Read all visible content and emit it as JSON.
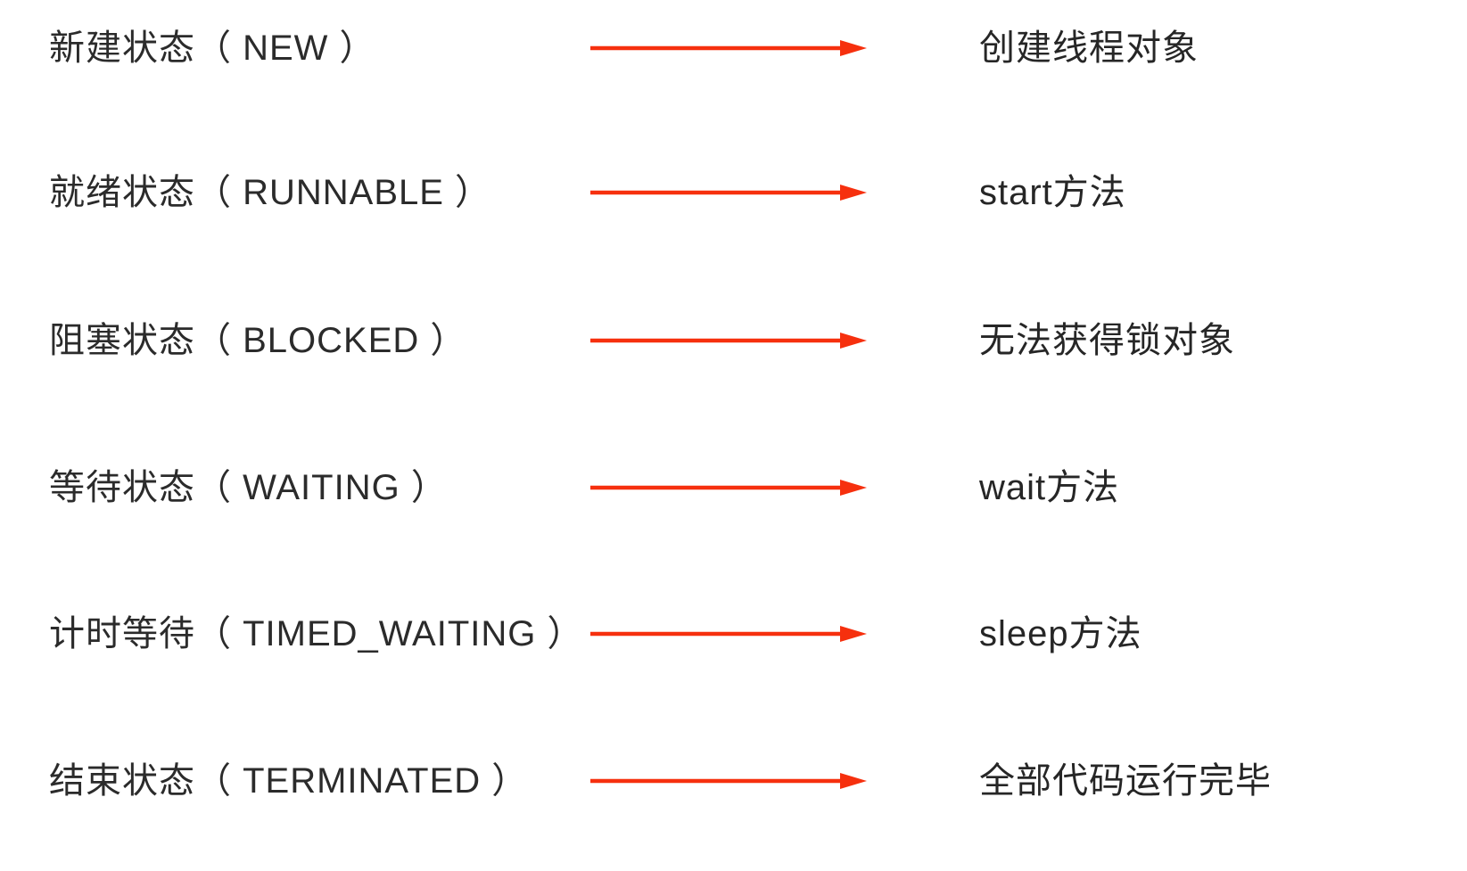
{
  "diagram": {
    "subject": "java-thread-states",
    "arrow_color": "#f6300e",
    "text_color": "#2b2b2b",
    "rows": [
      {
        "state": "新建状态（ NEW ）",
        "description": "创建线程对象"
      },
      {
        "state": "就绪状态（ RUNNABLE ）",
        "description": "start方法"
      },
      {
        "state": "阻塞状态（ BLOCKED ）",
        "description": "无法获得锁对象"
      },
      {
        "state": "等待状态（ WAITING ）",
        "description": "wait方法"
      },
      {
        "state": "计时等待（ TIMED_WAITING ）",
        "description": "sleep方法"
      },
      {
        "state": "结束状态（ TERMINATED ）",
        "description": "全部代码运行完毕"
      }
    ]
  }
}
